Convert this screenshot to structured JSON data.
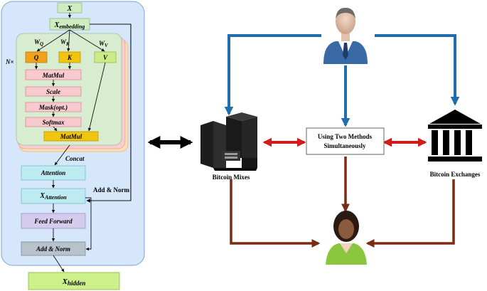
{
  "transformer": {
    "input": "X",
    "embedding_base": "X",
    "embedding_sub": "embedding",
    "repeat_label": "N×",
    "wq_base": "W",
    "wq_sub": "Q",
    "wk_base": "W",
    "wk_sub": "K",
    "wv_base": "W",
    "wv_sub": "V",
    "q": "Q",
    "k": "K",
    "v": "V",
    "matmul1": "MatMul",
    "scale": "Scale",
    "mask": "Mask(opt.)",
    "softmax": "Softmax",
    "matmul2": "MatMul",
    "concat": "Concat",
    "attention": "Attention",
    "xatt_base": "X",
    "xatt_sub": "Attention",
    "add_norm_label": "Add & Norm",
    "feed_forward": "Feed Forward",
    "add_norm_box": "Add & Norm",
    "hidden_base": "X",
    "hidden_sub": "hidden"
  },
  "flow": {
    "center_line1": "Using Two Methods",
    "center_line2": "Simultaneously",
    "mixes_label": "Bitcoin Mixes",
    "exchanges_label": "Bitcoin Exchanges",
    "user_icon": "businessman-icon",
    "receiver_icon": "woman-icon",
    "mixer_icon": "server-cubes-icon",
    "exchange_icon": "bank-icon"
  },
  "colors": {
    "panel": "#d6e6fb",
    "attention_bg": "#d8ecd0",
    "pink": "#f8c9cf",
    "orange": "#f0a21a",
    "yellow": "#f1c40f",
    "lime": "#cdec86",
    "cyan": "#bdebf1",
    "lavender": "#d3ccec",
    "gray": "#b7c2cc",
    "green_box": "#cdf18a",
    "blue_arrow": "#1f6fb0",
    "brown_arrow": "#7a2d14",
    "red_arrow": "#d01b1b"
  }
}
